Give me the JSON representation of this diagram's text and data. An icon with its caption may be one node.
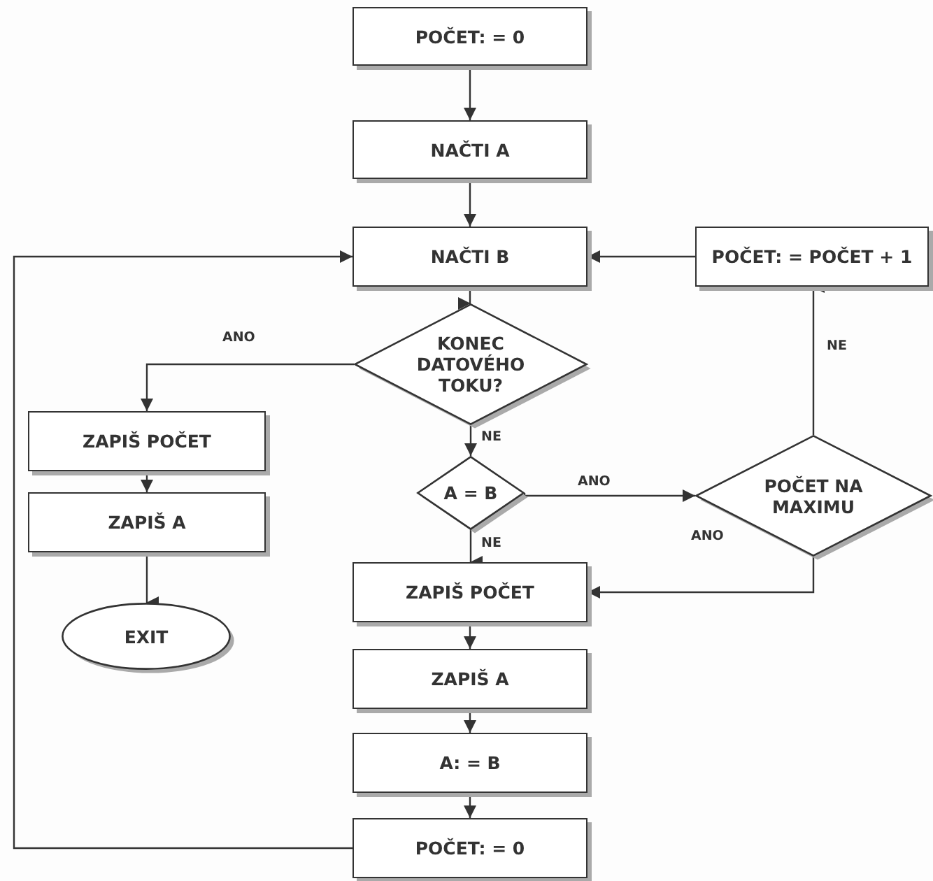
{
  "diagram": {
    "nodes": [
      {
        "text": [
          "POČET: = 0"
        ]
      },
      {
        "text": [
          "NAČTI A"
        ]
      },
      {
        "text": [
          "NAČTI B"
        ]
      },
      {
        "text": [
          "POČET: = POČET + 1"
        ]
      },
      {
        "text": [
          "KONEC DATOVÉHO TOKU?"
        ]
      },
      {
        "text": [
          "ZAPIŠ POČET"
        ]
      },
      {
        "text": [
          "A = B"
        ]
      },
      {
        "text": [
          "POČET NA MAXIMU"
        ]
      },
      {
        "text": [
          "ZAPIŠ A"
        ]
      },
      {
        "text": [
          "ZAPIŠ POČET"
        ]
      },
      {
        "text": [
          "EXIT"
        ]
      },
      {
        "text": [
          "ZAPIŠ A"
        ]
      },
      {
        "text": [
          "A: = B"
        ]
      },
      {
        "text": [
          "POČET: = 0"
        ]
      }
    ],
    "edges": [
      {
        "from": 0,
        "to": 1,
        "arrow": "to"
      },
      {
        "from": 1,
        "to": 2,
        "arrow": "to"
      },
      {
        "from": 2,
        "to": 4,
        "arrow": "to"
      },
      {
        "from": 4,
        "to": 5,
        "arrow": "to",
        "label": "ANO"
      },
      {
        "from": 5,
        "to": 8,
        "arrow": "to"
      },
      {
        "from": 8,
        "to": 10,
        "arrow": "to"
      },
      {
        "from": 4,
        "to": 6,
        "arrow": "to",
        "label": "NE"
      },
      {
        "from": 6,
        "to": 7,
        "arrow": "to",
        "label": "ANO"
      },
      {
        "from": 6,
        "to": 9,
        "arrow": "to",
        "label": "NE"
      },
      {
        "from": 7,
        "to": 3,
        "arrow": "to",
        "label": "NE"
      },
      {
        "from": 3,
        "to": 2,
        "arrow": "to"
      },
      {
        "from": 7,
        "to": 9,
        "arrow": "to",
        "label": "ANO"
      },
      {
        "from": 9,
        "to": 11,
        "arrow": "to"
      },
      {
        "from": 11,
        "to": 12,
        "arrow": "to"
      },
      {
        "from": 12,
        "to": 13,
        "arrow": "to"
      },
      {
        "from": 13,
        "to": 2,
        "arrow": "to"
      }
    ]
  }
}
